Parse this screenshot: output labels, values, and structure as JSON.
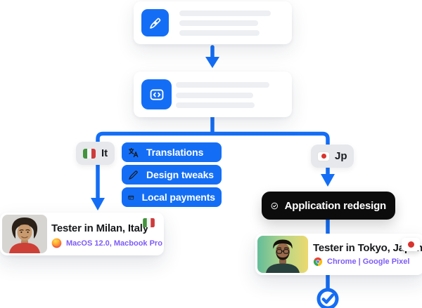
{
  "palette": {
    "accent_blue": "#146ef5",
    "task_pill_black": "#0c0c0d",
    "device_text_purple": "#7d5bf6",
    "locale_pill_gray": "#e6e8eb",
    "skeleton_bar_gray": "#edeff2",
    "flag_red": "#d9332e",
    "flag_green": "#43933d"
  },
  "workflow": {
    "step1": {
      "icon": "brush-icon",
      "skeleton_lines": 3
    },
    "step2": {
      "icon": "code-icon",
      "skeleton_lines": 3
    }
  },
  "branches": {
    "left": {
      "locale_label": "It",
      "flag": "italy-flag",
      "tasks": [
        {
          "label": "Translations",
          "icon": "translate-icon"
        },
        {
          "label": "Design tweaks",
          "icon": "pen-icon"
        },
        {
          "label": "Local payments",
          "icon": "credit-card-icon"
        }
      ],
      "tester_card": {
        "title": "Tester in Milan, Italy",
        "device": "MacOS 12.0, Macbook Pro",
        "browser_icon": "firefox-icon",
        "flag": "italy-flag"
      }
    },
    "right": {
      "locale_label": "Jp",
      "flag": "japan-flag",
      "task": {
        "label": "Application redesign",
        "icon": "check-circle-icon"
      },
      "tester_card": {
        "title": "Tester in Tokyo, Japan",
        "device": "Chrome | Google Pixel",
        "browser_icon": "chrome-icon",
        "flag": "japan-flag"
      }
    }
  }
}
